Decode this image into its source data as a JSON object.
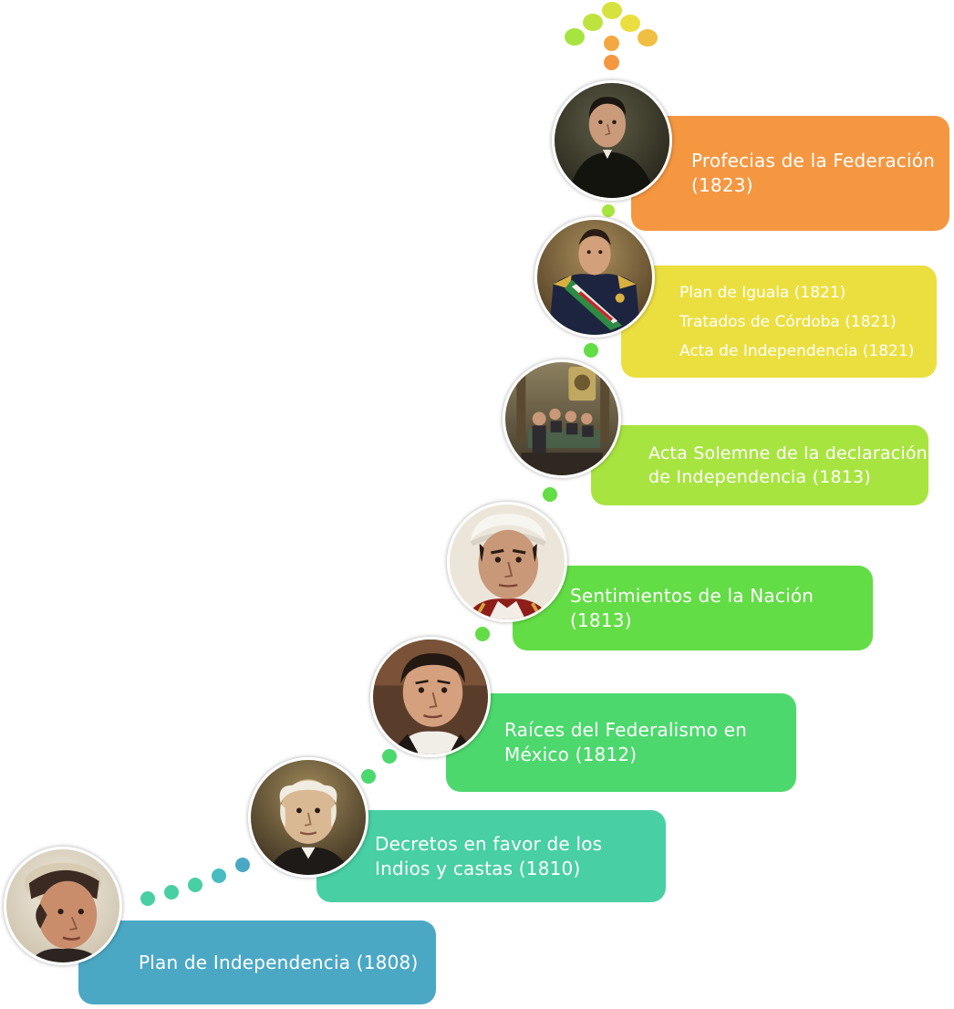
{
  "steps": [
    {
      "id": "step-1808",
      "lines": [
        "Plan de Independencia (1808)"
      ],
      "color": "#4BA8C4"
    },
    {
      "id": "step-1810",
      "lines": [
        "Decretos en favor de los",
        "Indios y castas (1810)"
      ],
      "color": "#48CFA3"
    },
    {
      "id": "step-1812",
      "lines": [
        "Raíces del Federalismo en",
        "México (1812)"
      ],
      "color": "#4CD86D"
    },
    {
      "id": "step-1813a",
      "lines": [
        "Sentimientos de la Nación",
        "(1813)"
      ],
      "color": "#62DD45"
    },
    {
      "id": "step-1813b",
      "lines": [
        "Acta Solemne de la declaración",
        "de Independencia (1813)"
      ],
      "color": "#A8E43F"
    },
    {
      "id": "step-1821",
      "lines": [
        "Plan de Iguala (1821)",
        "Tratados de Córdoba (1821)",
        "Acta de Independencia (1821)"
      ],
      "color": "#EBDF3F"
    },
    {
      "id": "step-1823",
      "lines": [
        "Profecias de la Federación",
        "(1823)"
      ],
      "color": "#F59641"
    }
  ],
  "dot_colors": [
    "#4BA8C4",
    "#48CFA3",
    "#4CD86D",
    "#62DD45",
    "#A8E43F",
    "#EBDF3F",
    "#F59641"
  ]
}
